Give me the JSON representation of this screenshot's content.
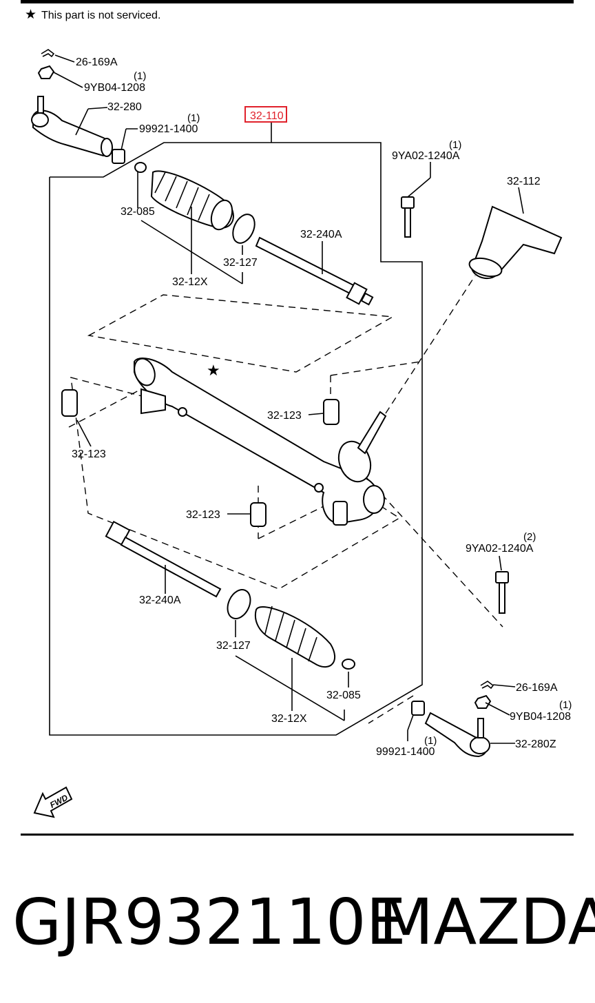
{
  "note": "This part is not serviced.",
  "note_symbol": "★",
  "highlight_color": "#e0202a",
  "callouts": {
    "c26_169A_top": "26-169A",
    "c9YB04_top": "9YB04-1208",
    "c9YB04_top_qty": "(1)",
    "c32_280": "32-280",
    "c99921_top": "99921-1400",
    "c99921_top_qty": "(1)",
    "c32_110": "32-110",
    "c9YA02_top": "9YA02-1240A",
    "c9YA02_top_qty": "(1)",
    "c32_112": "32-112",
    "c32_085_top": "32-085",
    "c32_127_top": "32-127",
    "c32_12X_top": "32-12X",
    "c32_240A_top": "32-240A",
    "c32_123_left": "32-123",
    "c32_123_right": "32-123",
    "c32_123_bottom": "32-123",
    "c9YA02_bottom": "9YA02-1240A",
    "c9YA02_bottom_qty": "(2)",
    "c32_240A_bottom": "32-240A",
    "c32_127_bottom": "32-127",
    "c32_12X_bottom": "32-12X",
    "c32_085_bottom": "32-085",
    "c26_169A_bottom": "26-169A",
    "c9YB04_bottom": "9YB04-1208",
    "c9YB04_bottom_qty": "(1)",
    "c32_280Z": "32-280Z",
    "c99921_bottom": "99921-1400",
    "c99921_bottom_qty": "(1)"
  },
  "fwd_label": "FWD",
  "part_number": "GJR932110E",
  "brand": "MAZDA"
}
